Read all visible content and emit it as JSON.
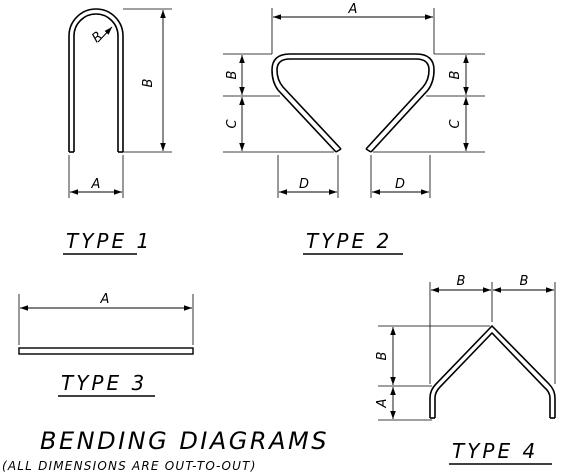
{
  "title": "BENDING DIAGRAMS",
  "subtitle": "(ALL DIMENSIONS ARE OUT-TO-OUT)",
  "types": {
    "type1": {
      "label": "TYPE 1",
      "dims": {
        "R": "R",
        "B": "B",
        "A": "A"
      }
    },
    "type2": {
      "label": "TYPE 2",
      "dims": {
        "A": "A",
        "B": "B",
        "C": "C",
        "D": "D"
      }
    },
    "type3": {
      "label": "TYPE 3",
      "dims": {
        "A": "A"
      }
    },
    "type4": {
      "label": "TYPE 4",
      "dims": {
        "B": "B",
        "A": "A"
      }
    }
  },
  "colors": {
    "ink": "#000000",
    "background": "#ffffff"
  }
}
